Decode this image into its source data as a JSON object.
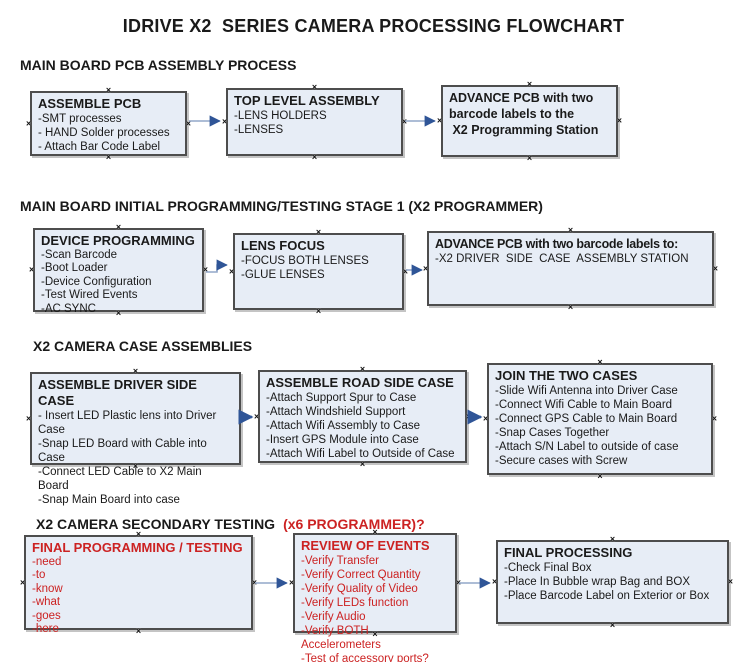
{
  "title": "IDRIVE X2  SERIES CAMERA PROCESSING FLOWCHART",
  "icons": {
    "connection_handle": "×"
  },
  "colors": {
    "accent_red": "#cc2222",
    "box_fill": "#e7edf6",
    "box_border": "#4d4d4d",
    "arrow_stem": "#92a7c9",
    "arrow_head": "#2f5597",
    "text": "#1a1a1a",
    "background": "#ffffff"
  },
  "sections": [
    {
      "header": "MAIN BOARD PCB ASSEMBLY PROCESS",
      "boxes": [
        {
          "title": "ASSEMBLE PCB",
          "lines": [
            "-SMT processes",
            "- HAND Solder processes",
            "- Attach Bar Code Label"
          ]
        },
        {
          "title": "TOP LEVEL ASSEMBLY",
          "lines": [
            "-LENS HOLDERS",
            "-LENSES"
          ]
        },
        {
          "title": "ADVANCE PCB with two\nbarcode labels to the\n X2 Programming Station",
          "lines": []
        }
      ]
    },
    {
      "header": "MAIN BOARD INITIAL PROGRAMMING/TESTING STAGE 1 (X2 PROGRAMMER)",
      "boxes": [
        {
          "title": "DEVICE PROGRAMMING",
          "lines": [
            "-Scan Barcode",
            "-Boot Loader",
            "-Device Configuration",
            "-Test Wired Events",
            "-AC SYNC"
          ]
        },
        {
          "title": "LENS FOCUS",
          "lines": [
            "-FOCUS BOTH LENSES",
            "-GLUE LENSES"
          ]
        },
        {
          "title": "ADVANCE PCB with two barcode labels to:",
          "lines": [
            "-X2 DRIVER  SIDE  CASE  ASSEMBLY STATION"
          ]
        }
      ]
    },
    {
      "header": "X2 CAMERA CASE ASSEMBLIES",
      "boxes": [
        {
          "title": "ASSEMBLE DRIVER SIDE CASE",
          "lines": [
            "- Insert LED Plastic lens into Driver Case",
            "-Snap LED Board with Cable into Case",
            "-Connect LED Cable to X2 Main Board",
            "-Snap Main Board into case"
          ]
        },
        {
          "title": "ASSEMBLE ROAD SIDE CASE",
          "lines": [
            "-Attach Support Spur to Case",
            "-Attach Windshield Support",
            "-Attach Wifi Assembly to Case",
            "-Insert GPS Module into Case",
            "-Attach Wifi Label to Outside of Case"
          ]
        },
        {
          "title": "JOIN THE TWO CASES",
          "lines": [
            "-Slide Wifi Antenna into Driver Case",
            "-Connect Wifi Cable to Main Board",
            "-Connect GPS Cable to Main Board",
            "-Snap Cases Together",
            "-Attach S/N Label to outside of case",
            "-Secure cases with Screw"
          ]
        }
      ]
    },
    {
      "header": "X2 CAMERA SECONDARY TESTING",
      "header_accent": "(x6 PROGRAMMER)?",
      "boxes": [
        {
          "title": "FINAL PROGRAMMING / TESTING",
          "lines": [
            "-need",
            "-to",
            "-know",
            "-what",
            "-goes",
            "-here"
          ]
        },
        {
          "title": "REVIEW OF EVENTS",
          "lines": [
            "-Verify Transfer",
            "-Verify Correct Quantity",
            "-Verify Quality of Video",
            "-Verify LEDs function",
            "-Verify Audio",
            "-Verify BOTH Accelerometers",
            "-Test of accessory ports?"
          ]
        },
        {
          "title": "FINAL PROCESSING",
          "lines": [
            "-Check Final Box",
            "-Place In Bubble wrap Bag and BOX",
            "-Place Barcode Label on Exterior or Box"
          ]
        }
      ]
    }
  ]
}
